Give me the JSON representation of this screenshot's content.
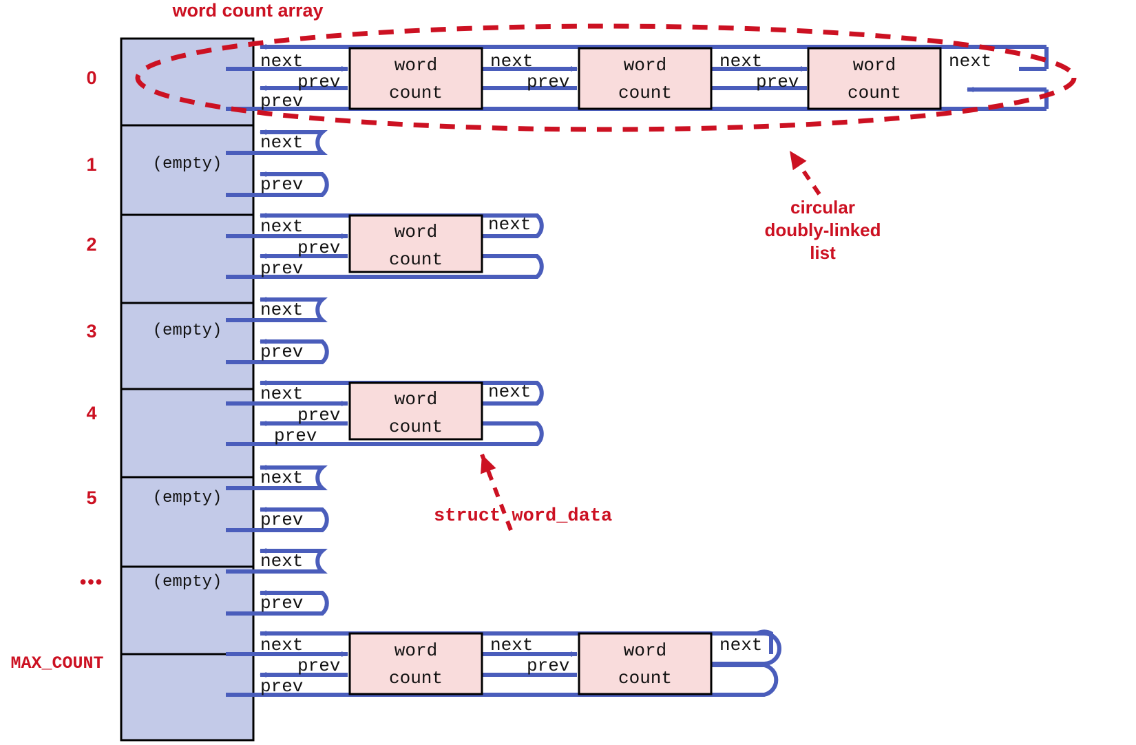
{
  "diagram": {
    "title": "word count array",
    "colors": {
      "accent_red": "#cc1122",
      "array_fill": "#c3cae8",
      "node_fill": "#f9dcdc",
      "link_blue": "#4a5dbb",
      "outline_black": "#000000"
    },
    "annotations": [
      {
        "id": "circular-list",
        "lines": [
          "circular",
          "doubly-linked",
          "list"
        ]
      },
      {
        "id": "struct-word-data",
        "text": "struct word_data"
      }
    ],
    "node_labels": {
      "word": "word",
      "count": "count"
    },
    "pointer_labels": {
      "next": "next",
      "prev": "prev"
    },
    "empty_label": "(empty)",
    "rows": [
      {
        "index_label": "0",
        "empty": false,
        "nodes": 3
      },
      {
        "index_label": "1",
        "empty": true,
        "nodes": 0
      },
      {
        "index_label": "2",
        "empty": false,
        "nodes": 1
      },
      {
        "index_label": "3",
        "empty": true,
        "nodes": 0
      },
      {
        "index_label": "4",
        "empty": false,
        "nodes": 1
      },
      {
        "index_label": "5",
        "empty": true,
        "nodes": 0
      },
      {
        "index_label": "•••",
        "empty": true,
        "nodes": 0
      },
      {
        "index_label": "MAX_COUNT",
        "empty": false,
        "nodes": 2
      }
    ]
  }
}
